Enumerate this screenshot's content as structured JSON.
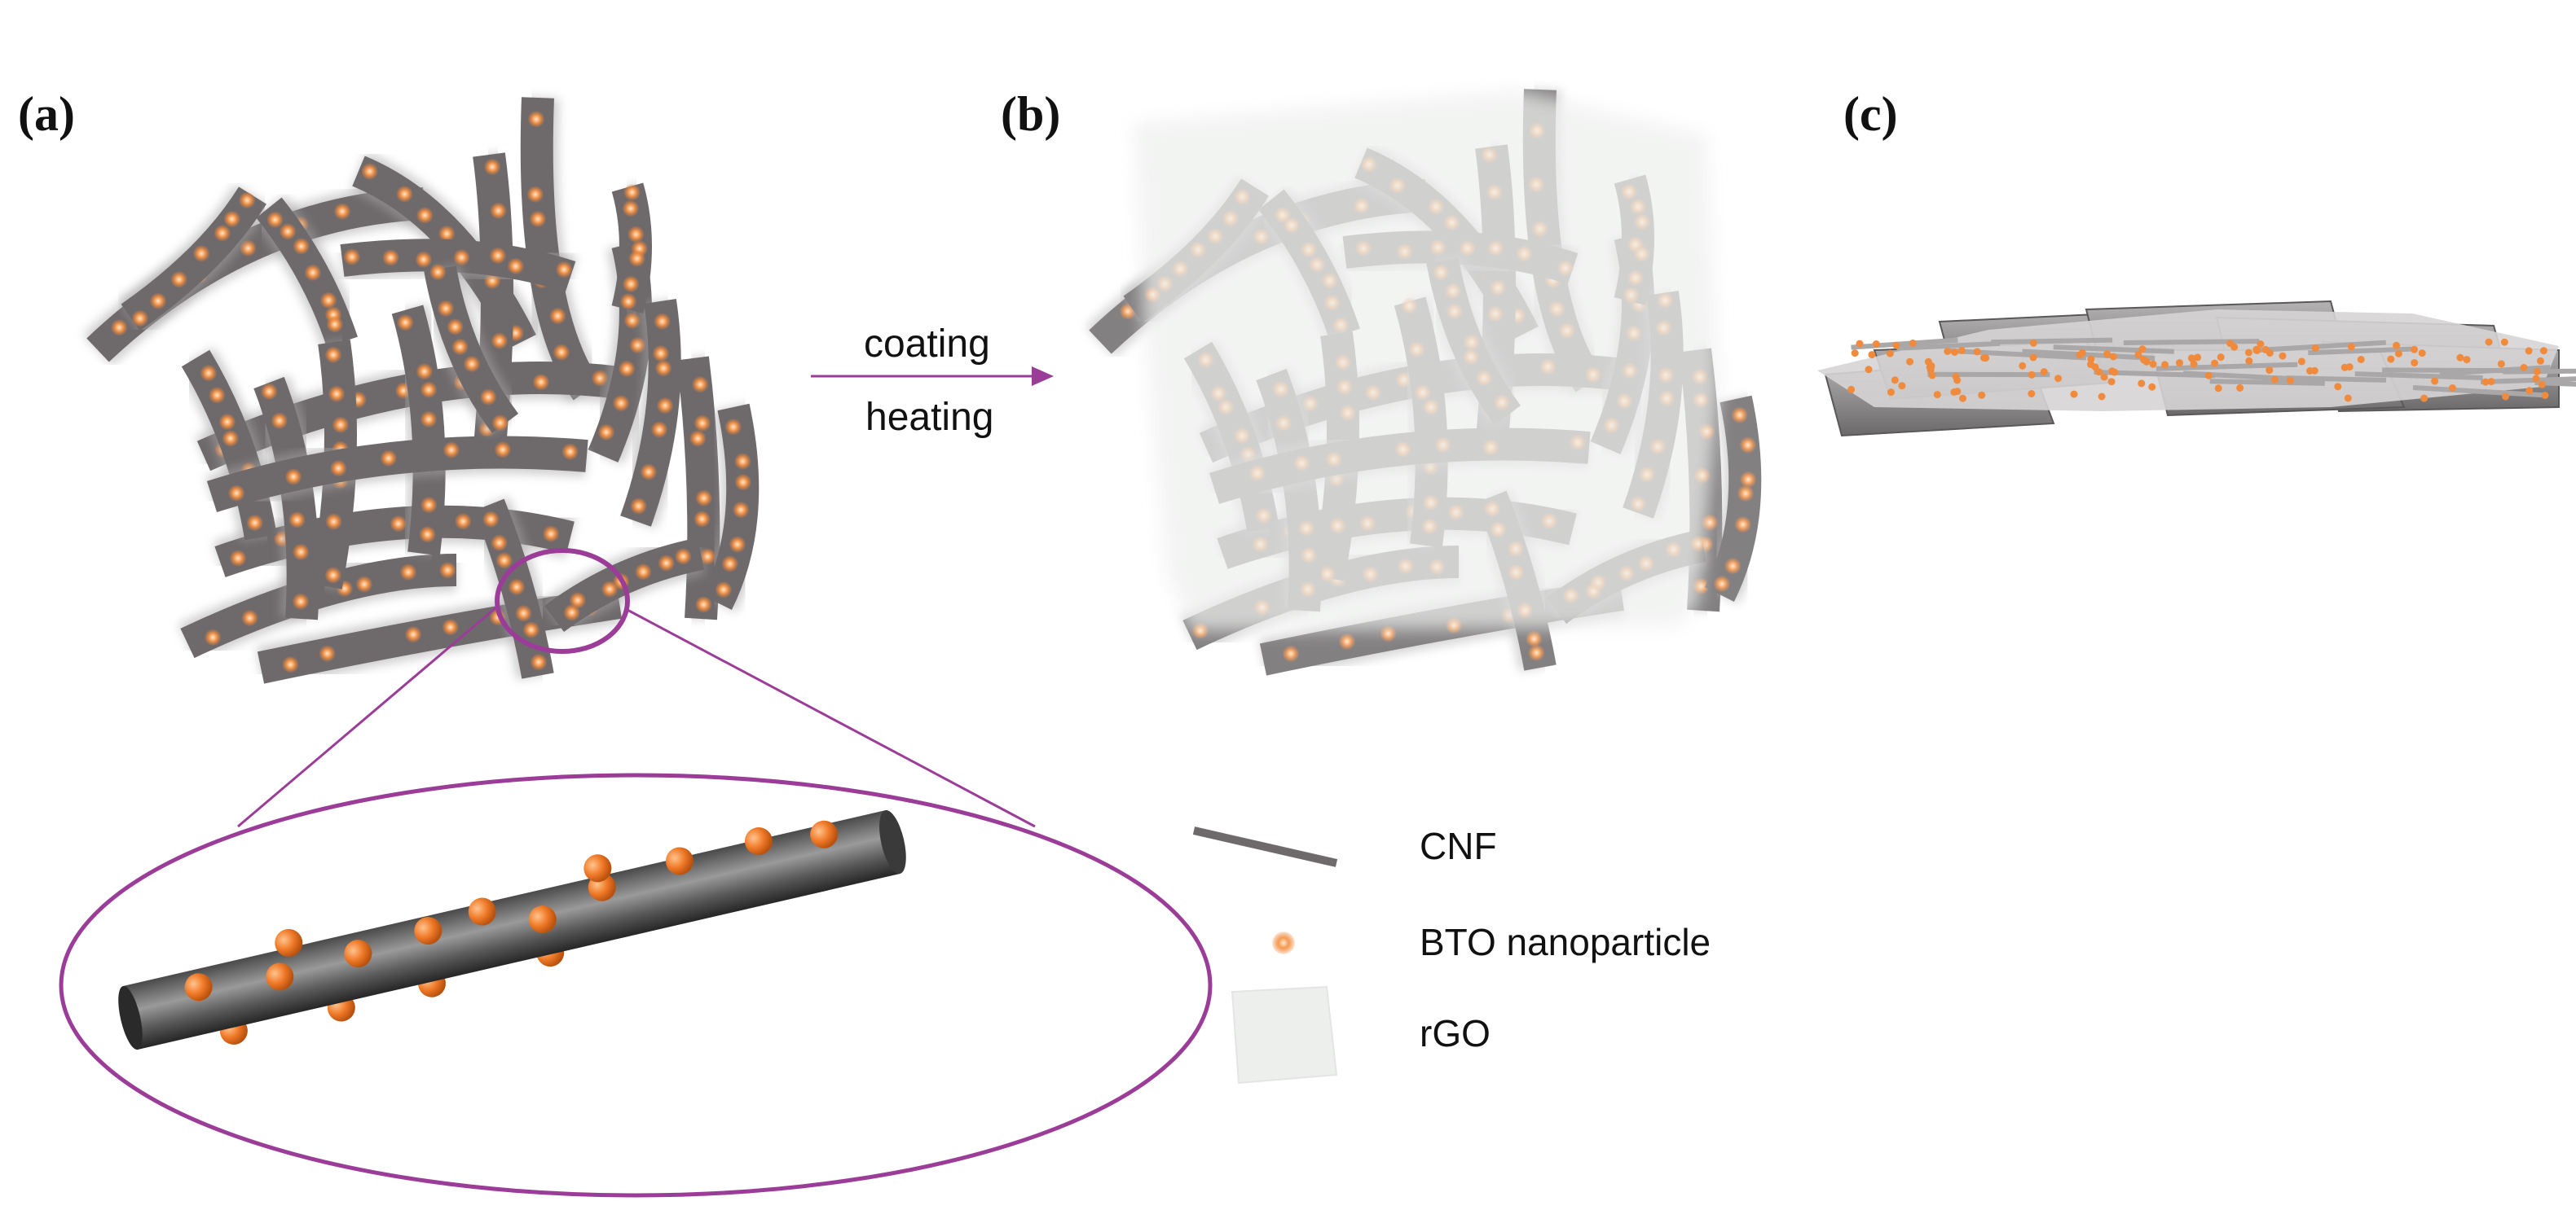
{
  "panels": {
    "a": {
      "label": "(a)"
    },
    "b": {
      "label": "(b)"
    },
    "c": {
      "label": "(c)"
    }
  },
  "process_arrow": {
    "top_text": "coating",
    "bottom_text": "heating"
  },
  "legend": {
    "items": [
      {
        "key": "cnf",
        "text": "CNF"
      },
      {
        "key": "bto",
        "text": "BTO nanoparticle"
      },
      {
        "key": "rgo",
        "text": "rGO"
      }
    ]
  },
  "colors": {
    "fiber": "#6e6a6c",
    "fiber_glow": "#9c9a9b",
    "particle": "#f07a28",
    "particle_core": "#ffd0a8",
    "zoom_outline": "#9b3d98",
    "arrow": "#9b3d98",
    "rgo_sheet": "#eef0ee",
    "cylinder_dark": "#2e2e2e",
    "cylinder_light": "#8a8a8a"
  }
}
